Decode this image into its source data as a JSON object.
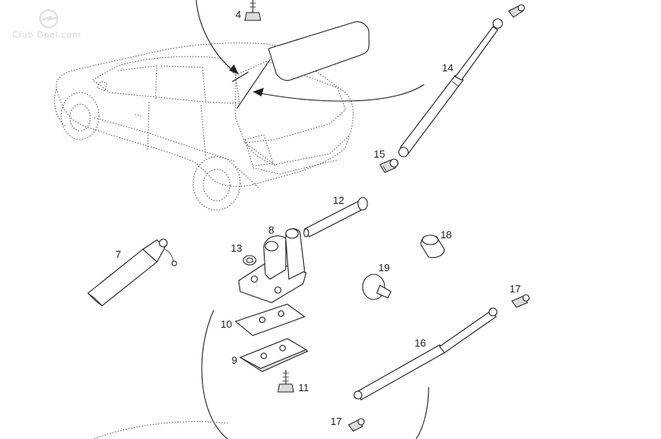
{
  "watermark": {
    "text": "Club Opel.com"
  },
  "callouts": {
    "c4": "4",
    "c7": "7",
    "c8": "8",
    "c9": "9",
    "c10": "10",
    "c11": "11",
    "c12": "12",
    "c13": "13",
    "c14": "14",
    "c15": "15",
    "c16": "16",
    "c17a": "17",
    "c17b": "17",
    "c18": "18",
    "c19": "19"
  }
}
